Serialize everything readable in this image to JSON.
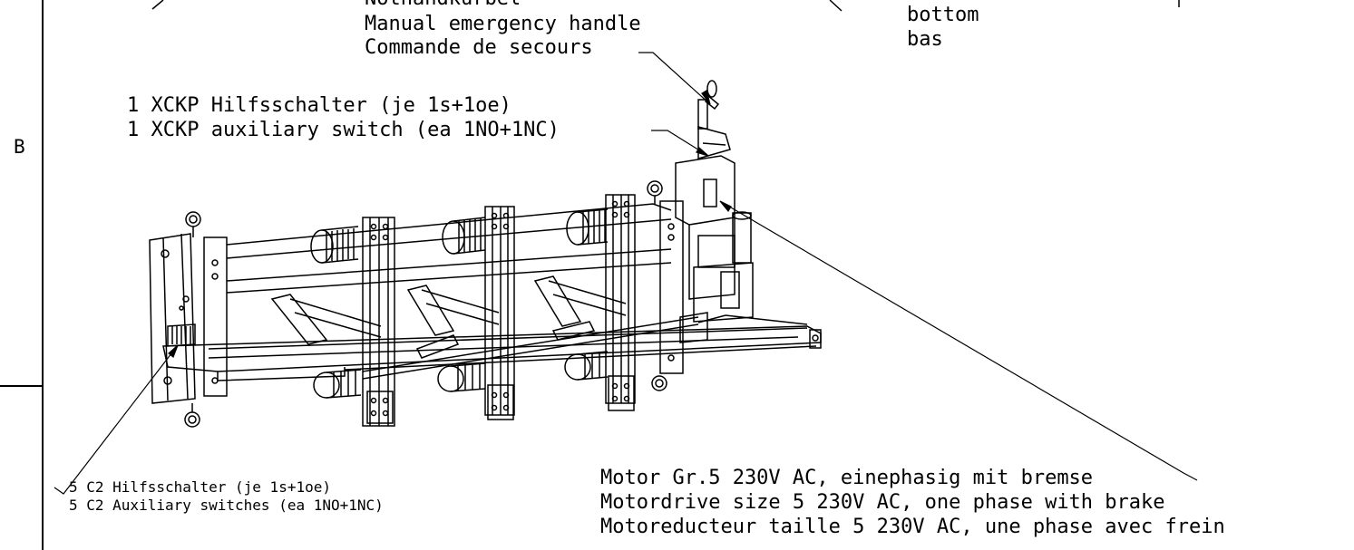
{
  "frame": {
    "zone_letter": "B"
  },
  "labels": {
    "handle_de": "Nothandkurbel",
    "handle_en": "Manual emergency handle",
    "handle_fr": "Commande de secours",
    "bottom_en": "bottom",
    "bottom_fr": "bas",
    "aux_de": "1 XCKP Hilfsschalter (je 1s+1oe)",
    "aux_en": "1 XCKP auxiliary switch (ea 1NO+1NC)",
    "c2_de": "5 C2 Hilfsschalter (je 1s+1oe)",
    "c2_en": "5 C2 Auxiliary switches (ea 1NO+1NC)",
    "motor_de": "Motor Gr.5 230V AC, einephasig mit bremse",
    "motor_en": "Motordrive size 5 230V AC, one phase with brake",
    "motor_fr": "Motoreducteur taille 5 230V AC, une phase avec frein"
  }
}
